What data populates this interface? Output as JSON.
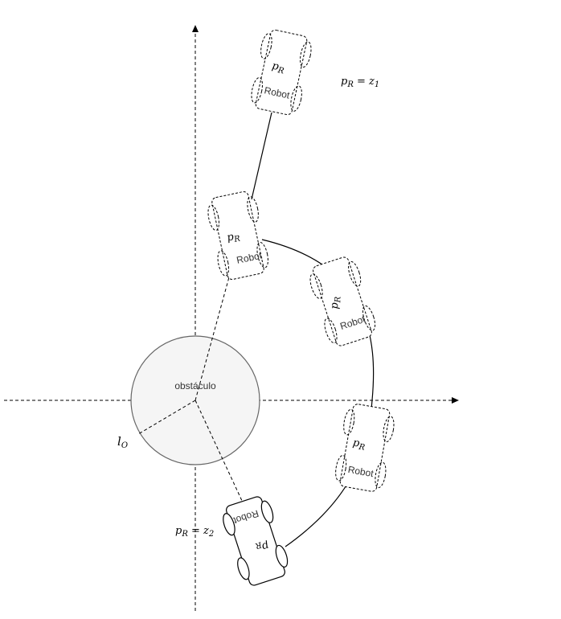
{
  "labels": {
    "obstacle": "obstáculo",
    "lo_main": "l",
    "lo_sub": "O",
    "eq1_p": "p",
    "eq1_sub": "R",
    "eq1_rest": " = z",
    "eq1_sub2": "1",
    "eq2_p": "p",
    "eq2_sub": "R",
    "eq2_rest": " = z",
    "eq2_sub2": "2"
  },
  "robots": [
    {
      "label": "Robot",
      "p": "p",
      "sub": "R"
    },
    {
      "label": "Robot",
      "p": "p",
      "sub": "R"
    },
    {
      "label": "Robot",
      "p": "p",
      "sub": "R"
    },
    {
      "label": "Robot",
      "p": "p",
      "sub": "R"
    },
    {
      "label": "Robot",
      "p": "p",
      "sub": "R"
    }
  ]
}
